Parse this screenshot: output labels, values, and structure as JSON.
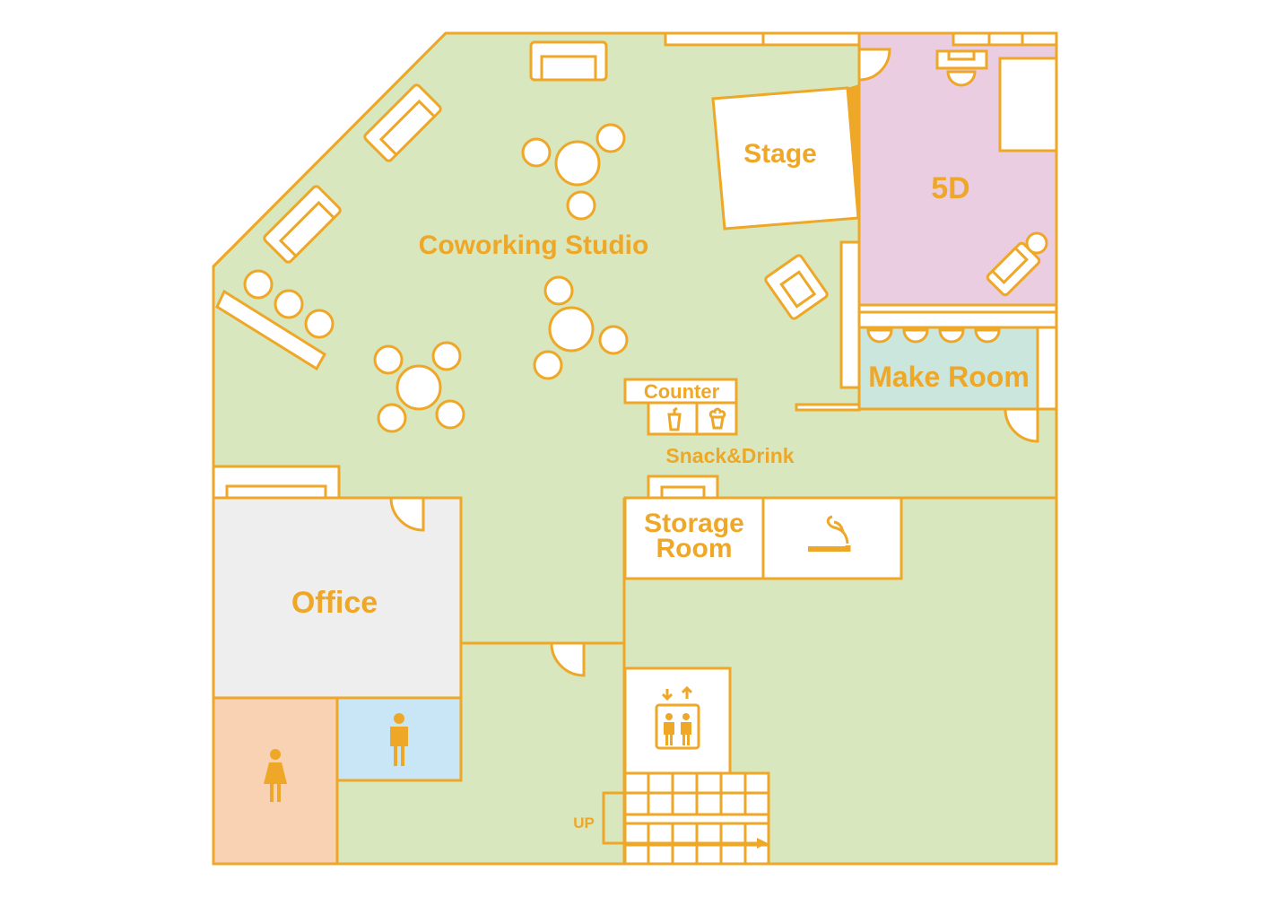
{
  "labels": {
    "coworking": "Coworking Studio",
    "stage": "Stage",
    "fived": "5D",
    "make_room": "Make Room",
    "counter": "Counter",
    "snack": "Snack&Drink",
    "storage_1": "Storage",
    "storage_2": "Room",
    "office": "Office",
    "up": "UP"
  },
  "colors": {
    "line": "#eea727",
    "floor": "#d9e7bf",
    "fived": "#ebcde2",
    "make_room": "#cbe6dc",
    "office": "#eeeeee",
    "women": "#f8d2b3",
    "men": "#c8e6f6"
  }
}
